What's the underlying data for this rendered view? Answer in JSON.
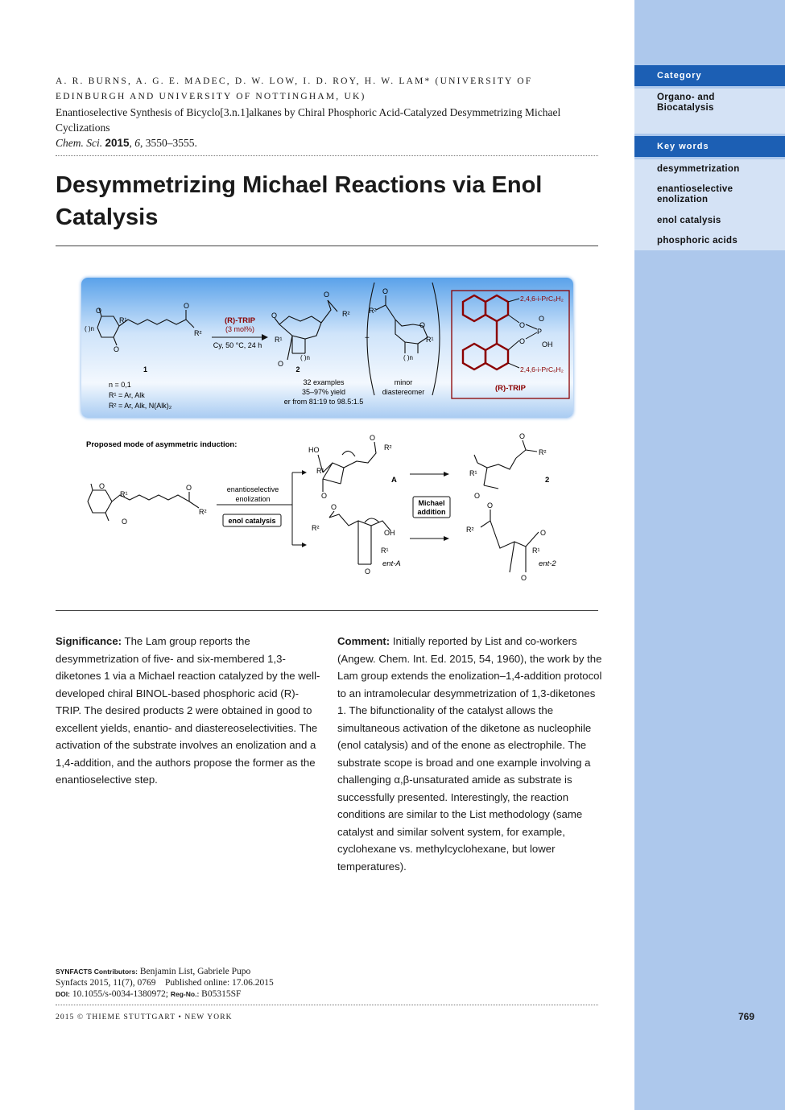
{
  "sidebar": {
    "category_header": "Category",
    "category_value": "Organo- and Biocatalysis",
    "keywords_header": "Key words",
    "keywords": [
      "desymmetrization",
      "enantioselective enolization",
      "enol catalysis",
      "phosphoric acids"
    ]
  },
  "citation": {
    "authors": "A. R. BURNS, A. G. E. MADEC, D. W. LOW, I. D. ROY, H. W. LAM* (UNIVERSITY OF EDINBURGH AND UNIVERSITY OF NOTTINGHAM, UK)",
    "paper_title_1": "Enantioselective Synthesis of Bicyclo[3.n.1]alkanes by Chiral Phosphoric Acid-Catalyzed Desymmetrizing Michael",
    "paper_title_2": "Cyclizations",
    "journal": "Chem. Sci.",
    "year": "2015",
    "volume": "6",
    "pages": "3550–3555."
  },
  "headline": "Desymmetrizing Michael Reactions via Enol Catalysis",
  "scheme": {
    "compound1_label": "1",
    "n_label": "n = 0,1",
    "r1_label": "R¹ = Ar, Alk",
    "r2_label": "R² = Ar, Alk, N(Alk)₂",
    "catalyst_name": "(R)-TRIP",
    "catalyst_loading": "(3 mol%)",
    "conditions": "Cy, 50 °C, 24 h",
    "product_label": "2",
    "examples": "32 examples",
    "yield": "35–97% yield",
    "er": "er from 81:19 to 98.5:1.5",
    "minor_1": "minor",
    "minor_2": "diastereomer",
    "aryl_top": "2,4,6-i-PrC₆H₂",
    "aryl_bottom": "2,4,6-i-PrC₆H₂",
    "trip_label": "(R)-TRIP",
    "oh": "OH"
  },
  "mechanism": {
    "title": "Proposed mode of asymmetric induction:",
    "enolization_1": "enantioselective",
    "enolization_2": "enolization",
    "enol_catalysis": "enol catalysis",
    "michael_1": "Michael",
    "michael_2": "addition",
    "label_A": "A",
    "label_entA": "ent-A",
    "label_2": "2",
    "label_ent2": "ent-2"
  },
  "significance": {
    "heading": "Significance:",
    "text": "The Lam group reports the desymmetrization of five- and six-membered 1,3-diketones 1 via a Michael reaction catalyzed by the well-developed chiral BINOL-based phosphoric acid (R)-TRIP. The desired products 2 were obtained in good to excellent yields, enantio- and diastereoselectivities. The activation of the substrate involves an enolization and a 1,4-addition, and the authors propose the former as the enantioselective step."
  },
  "comment": {
    "heading": "Comment:",
    "text": "Initially reported by List and co-workers (Angew. Chem. Int. Ed. 2015, 54, 1960), the work by the Lam group extends the enolization–1,4-addition protocol to an intramolecular desymmetrization of 1,3-diketones 1. The bifunctionality of the catalyst allows the simultaneous activation of the diketone as nucleophile (enol catalysis) and of the enone as electrophile. The substrate scope is broad and one example involving a challenging α,β-unsaturated amide as substrate is successfully presented. Interestingly, the reaction conditions are similar to the List methodology (same catalyst and similar solvent system, for example, cyclohexane vs. methylcyclohexane, but lower temperatures)."
  },
  "footer": {
    "contributors_label": "SYNFACTS Contributors:",
    "contributors": "Benjamin List, Gabriele Pupo",
    "synfacts": "Synfacts 2015, 11(7), 0769    Published online: 17.06.2015",
    "doi_label": "DOI:",
    "doi": "10.1055/s-0034-1380972;",
    "reg_label": "Reg-No.:",
    "reg": "B05315SF",
    "copyright": "2015 © THIEME STUTTGART • NEW YORK",
    "page_number": "769"
  }
}
